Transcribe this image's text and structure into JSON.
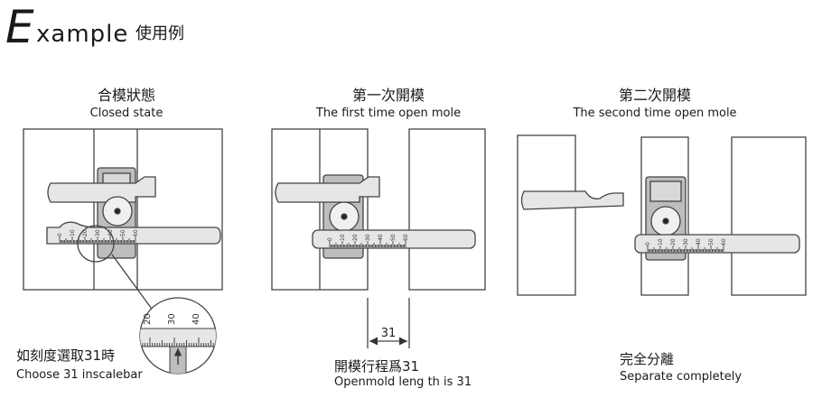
{
  "header": {
    "big_letter": "E",
    "rest": "xample",
    "chinese": "使用例"
  },
  "stages": [
    {
      "title_cn": "合模狀態",
      "title_en": "Closed state"
    },
    {
      "title_cn": "第一次開模",
      "title_en": "The first time open mole"
    },
    {
      "title_cn": "第二次開模",
      "title_en": "The second time open mole"
    }
  ],
  "notes": {
    "choose_cn": "如刻度選取31時",
    "choose_en": "Choose 31 inscalebar",
    "length_cn": "開模行程爲31",
    "length_en": "Openmold leng th is 31",
    "separate_cn": "完全分離",
    "separate_en": "Separate completely"
  },
  "scale_labels": [
    "0",
    "10",
    "20",
    "30",
    "40",
    "50",
    "60"
  ],
  "zoom_labels": [
    "20",
    "30",
    "40"
  ],
  "dimension_value": "31",
  "colors": {
    "line": "#444444",
    "bar_fill": "#e6e6e6",
    "housing_fill": "#bdbdbd",
    "tick": "#333333"
  }
}
